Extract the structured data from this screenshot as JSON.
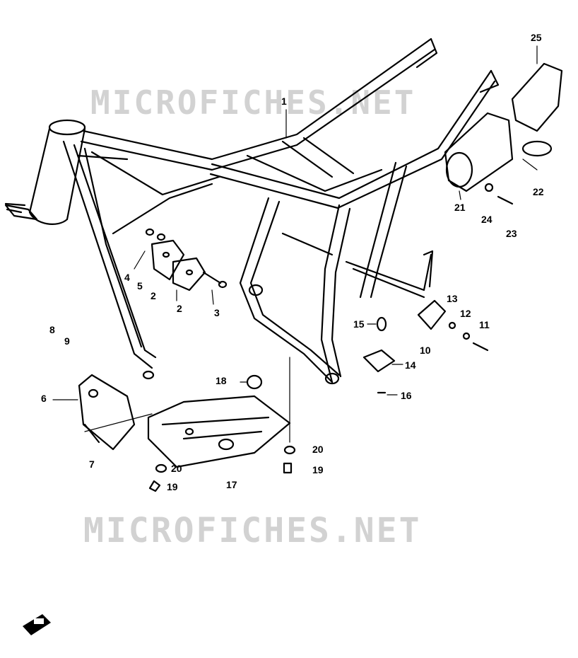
{
  "watermark": {
    "top": "MICROFICHES.NET",
    "bottom": "MICROFICHES.NET"
  },
  "callouts": [
    {
      "id": "1",
      "text": "1"
    },
    {
      "id": "2a",
      "text": "2"
    },
    {
      "id": "2b",
      "text": "2"
    },
    {
      "id": "3",
      "text": "3"
    },
    {
      "id": "4",
      "text": "4"
    },
    {
      "id": "5",
      "text": "5"
    },
    {
      "id": "6",
      "text": "6"
    },
    {
      "id": "7",
      "text": "7"
    },
    {
      "id": "8",
      "text": "8"
    },
    {
      "id": "9",
      "text": "9"
    },
    {
      "id": "10",
      "text": "10"
    },
    {
      "id": "11",
      "text": "11"
    },
    {
      "id": "12",
      "text": "12"
    },
    {
      "id": "13",
      "text": "13"
    },
    {
      "id": "14",
      "text": "14"
    },
    {
      "id": "15",
      "text": "15"
    },
    {
      "id": "16",
      "text": "16"
    },
    {
      "id": "17",
      "text": "17"
    },
    {
      "id": "18",
      "text": "18"
    },
    {
      "id": "19a",
      "text": "19"
    },
    {
      "id": "19b",
      "text": "19"
    },
    {
      "id": "20a",
      "text": "20"
    },
    {
      "id": "20b",
      "text": "20"
    },
    {
      "id": "21",
      "text": "21"
    },
    {
      "id": "22",
      "text": "22"
    },
    {
      "id": "23",
      "text": "23"
    },
    {
      "id": "24",
      "text": "24"
    },
    {
      "id": "25",
      "text": "25"
    }
  ]
}
